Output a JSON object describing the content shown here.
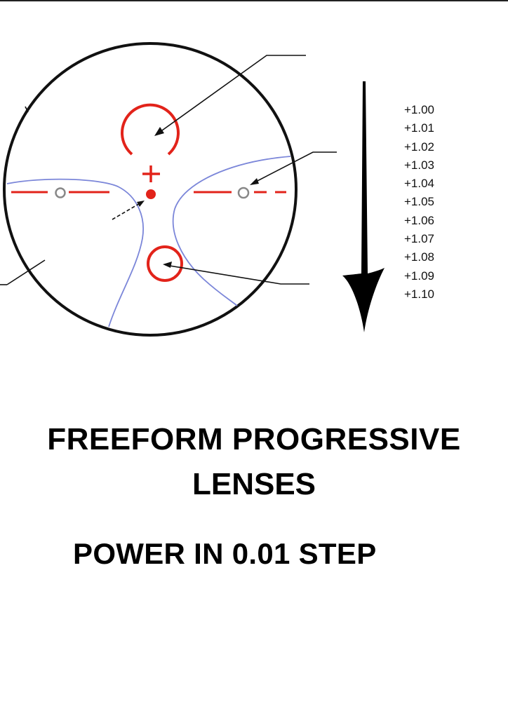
{
  "power_scale": {
    "values": [
      "+1.00",
      "+1.01",
      "+1.02",
      "+1.03",
      "+1.04",
      "+1.05",
      "+1.06",
      "+1.07",
      "+1.08",
      "+1.09",
      "+1.10"
    ]
  },
  "title": {
    "line1": "FREEFORM PROGRESSIVE",
    "line2": "LENSES"
  },
  "subtitle": "POWER IN 0.01 STEP",
  "colors": {
    "marking_red": "#e2231a",
    "corridor_blue": "#7b86d9",
    "outline": "#111111"
  }
}
